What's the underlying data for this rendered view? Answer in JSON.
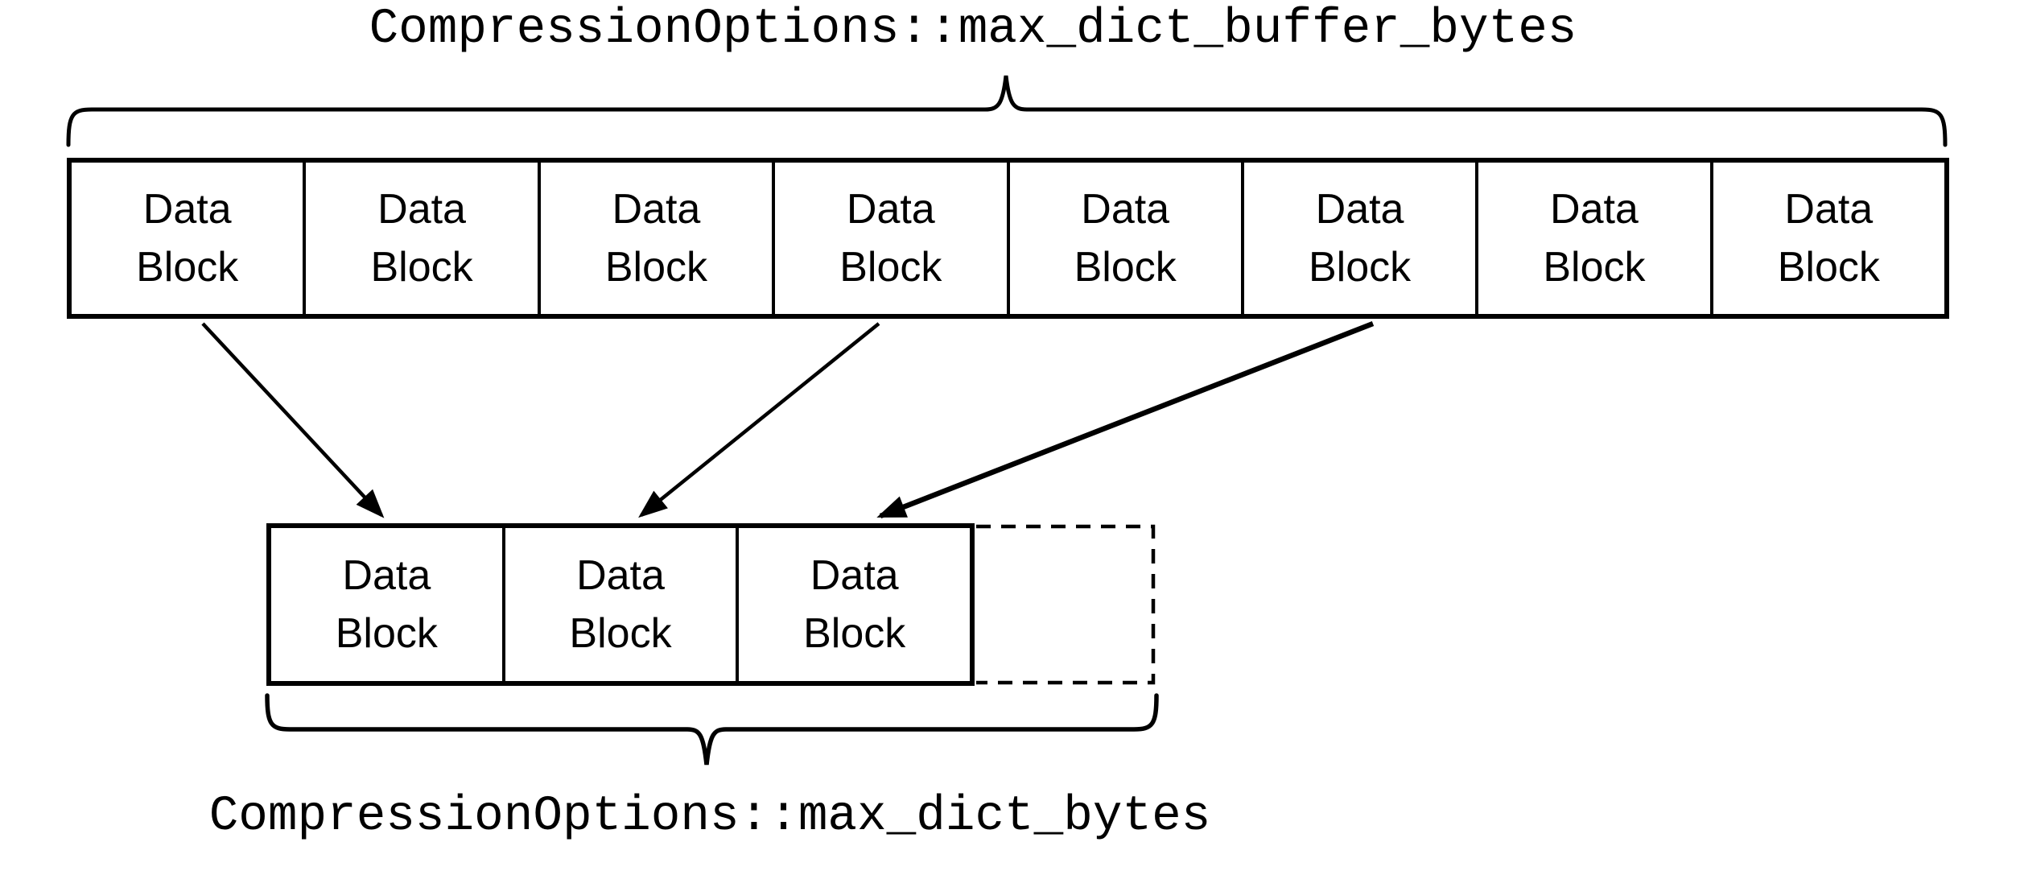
{
  "diagram_title": "RocksDB dictionary compression buffer diagram",
  "colors": {
    "ink": "#000000",
    "background": "#ffffff"
  },
  "top_label": "CompressionOptions::max_dict_buffer_bytes",
  "bottom_label": "CompressionOptions::max_dict_bytes",
  "top_row": {
    "blocks": [
      {
        "line1": "Data",
        "line2": "Block"
      },
      {
        "line1": "Data",
        "line2": "Block"
      },
      {
        "line1": "Data",
        "line2": "Block"
      },
      {
        "line1": "Data",
        "line2": "Block"
      },
      {
        "line1": "Data",
        "line2": "Block"
      },
      {
        "line1": "Data",
        "line2": "Block"
      },
      {
        "line1": "Data",
        "line2": "Block"
      },
      {
        "line1": "Data",
        "line2": "Block"
      }
    ]
  },
  "bottom_row": {
    "blocks": [
      {
        "line1": "Data",
        "line2": "Block"
      },
      {
        "line1": "Data",
        "line2": "Block"
      },
      {
        "line1": "Data",
        "line2": "Block"
      }
    ],
    "placeholder": {
      "style": "dashed-outline",
      "label": ""
    }
  },
  "arrows": [
    {
      "from": "top-block-1",
      "to": "bottom-block-1"
    },
    {
      "from": "top-block-4",
      "to": "bottom-block-2"
    },
    {
      "from": "top-block-6",
      "to": "bottom-block-3"
    }
  ]
}
